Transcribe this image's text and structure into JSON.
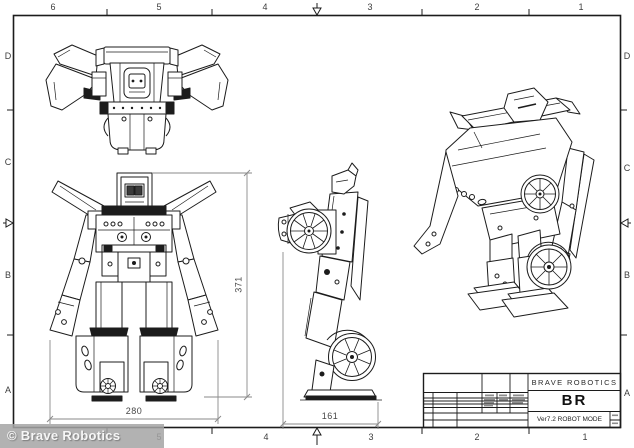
{
  "frame": {
    "zones_top": [
      "6",
      "5",
      "4",
      "3",
      "2",
      "1"
    ],
    "zones_bottom": [
      "6",
      "5",
      "4",
      "3",
      "2",
      "1"
    ],
    "zones_left": [
      "D",
      "C",
      "B",
      "A"
    ],
    "zones_right": [
      "D",
      "C",
      "B",
      "A"
    ]
  },
  "dimensions": {
    "front_width": "280",
    "front_height": "371",
    "side_width": "161"
  },
  "title_block": {
    "company": "BRAVE ROBOTICS",
    "logo": "BR",
    "version": "Ver7.2 ROBOT MODE"
  },
  "watermark": "© Brave Robotics",
  "colors": {
    "line": "#1c1c1c",
    "dimension": "#8a8a8a",
    "label": "#3d3d3d"
  }
}
